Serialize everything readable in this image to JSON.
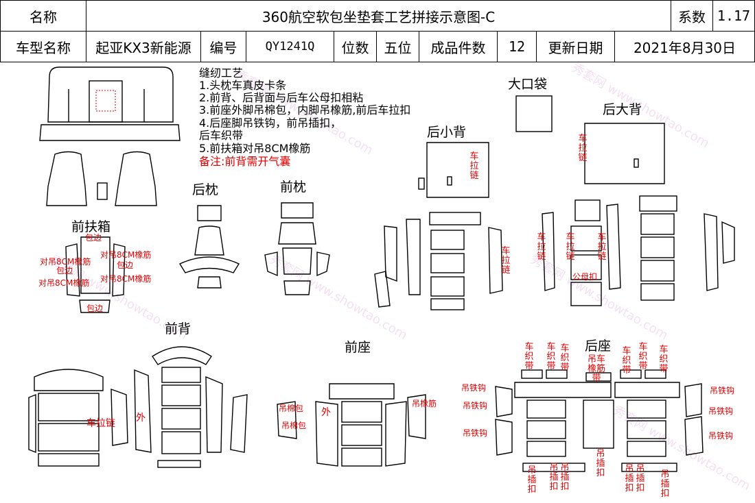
{
  "header": {
    "name_label": "名称",
    "title": "360航空软包坐垫套工艺拼接示意图-C",
    "coef_label": "系数",
    "coef_value": "1.17",
    "model_label": "车型名称",
    "model_value": "起亚KX3新能源",
    "code_label": "编号",
    "code_value": "QY1241Q",
    "seats_label": "位数",
    "seats_value": "五位",
    "pieces_label": "成品件数",
    "pieces_value": "12",
    "date_label": "更新日期",
    "date_value": "2021年8月30日"
  },
  "notes": {
    "heading": "缝纫工艺",
    "lines": [
      "1.头枕车真皮卡条",
      "2.前背、后背面与后车公母扣相粘",
      "3.前座外脚吊棉包，内脚吊橡筋,前后车拉扣",
      "4.后座脚吊铁钩，前吊插扣，",
      "  后车织带",
      "5.前扶箱对吊8CM橡筋"
    ],
    "remark": "备注:前背需开气囊"
  },
  "sections": {
    "big_pocket": "大口袋",
    "rear_big_back": "后大背",
    "rear_small_back": "后小背",
    "rear_headrest": "后枕",
    "front_headrest": "前枕",
    "front_armrest": "前扶箱",
    "front_back": "前背",
    "front_seat": "前座",
    "rear_seat": "后座"
  },
  "annotations": {
    "zipper": "车拉链",
    "binding": "包边",
    "elastic_8cm": "对吊8CM橡筋",
    "outer": "外",
    "cotton_pack": "吊棉包",
    "elastic": "吊橡筋",
    "iron_hook": "吊铁钩",
    "webbing": "车织带",
    "hang_webbing": "吊车橡筋带",
    "plug_buckle": "吊插扣",
    "snap": "公母扣"
  },
  "watermark": "秀套网 www.showtao.com"
}
